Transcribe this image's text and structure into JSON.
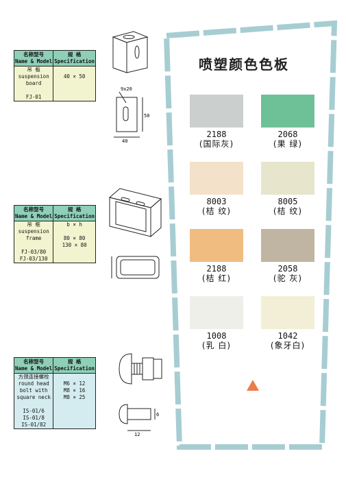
{
  "tables": [
    {
      "header_name_cn": "名称型号",
      "header_name_en": "Name & Model",
      "header_spec_cn": "规  格",
      "header_spec_en": "Specification",
      "name_cn": "吊  板",
      "name_en_1": "suspension",
      "name_en_2": "board",
      "spec_title": "",
      "models": [
        "FJ-01"
      ],
      "specs": [
        "40 × 50"
      ]
    },
    {
      "header_name_cn": "名称型号",
      "header_name_en": "Name & Model",
      "header_spec_cn": "规  格",
      "header_spec_en": "Specification",
      "name_cn": "吊  框",
      "name_en_1": "suspension",
      "name_en_2": "frame",
      "spec_title": "b × h",
      "models": [
        "FJ-03/80",
        "FJ-03/130"
      ],
      "specs": [
        "80 × 80",
        "130 × 80"
      ]
    },
    {
      "header_name_cn": "名称型号",
      "header_name_en": "Name & Model",
      "header_spec_cn": "规  格",
      "header_spec_en": "Specification",
      "name_cn": "方颈连接螺栓",
      "name_en_1": "round head",
      "name_en_2": "bolt with",
      "name_en_3": "square neck",
      "spec_title": "",
      "models": [
        "IS-01/6",
        "IS-01/8",
        "IS-01/82"
      ],
      "specs": [
        "M6 × 12",
        "M8 × 16",
        "M8 × 25"
      ]
    }
  ],
  "drawings": {
    "plate_dim_top": "9x20",
    "plate_dim_side": "50",
    "plate_dim_bottom": "40",
    "bolt_dim_side": "6",
    "bolt_dim_bottom": "12"
  },
  "panel": {
    "title": "喷塑颜色色板",
    "border_color": "#a6cdd2",
    "swatches": [
      {
        "code": "2188",
        "name": "(国际灰)",
        "color": "#cbcfcd"
      },
      {
        "code": "2068",
        "name": "(果  绿)",
        "color": "#6ec197"
      },
      {
        "code": "8003",
        "name": "(桔  纹)",
        "color": "#f3e2c9"
      },
      {
        "code": "8005",
        "name": "(桔  纹)",
        "color": "#e7e6cc"
      },
      {
        "code": "2188",
        "name": "(桔  红)",
        "color": "#f0bc80"
      },
      {
        "code": "2058",
        "name": "(驼  灰)",
        "color": "#c0b5a2"
      },
      {
        "code": "1008",
        "name": "(乳  白)",
        "color": "#efefe9"
      },
      {
        "code": "1042",
        "name": "(象牙白)",
        "color": "#f3efd7"
      }
    ],
    "triangle_color": "#e97e4c"
  }
}
